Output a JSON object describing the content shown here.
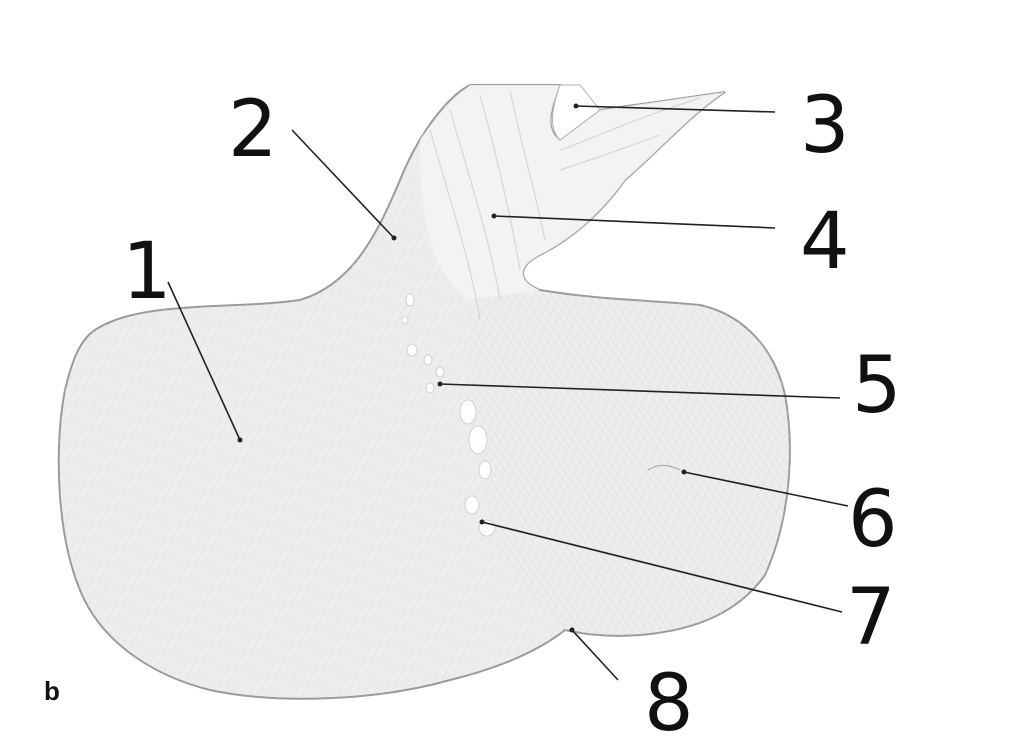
{
  "panel_label": "b",
  "labels": [
    {
      "id": "1",
      "text": "1"
    },
    {
      "id": "2",
      "text": "2"
    },
    {
      "id": "3",
      "text": "3"
    },
    {
      "id": "4",
      "text": "4"
    },
    {
      "id": "5",
      "text": "5"
    },
    {
      "id": "6",
      "text": "6"
    },
    {
      "id": "7",
      "text": "7"
    },
    {
      "id": "8",
      "text": "8"
    }
  ],
  "colors": {
    "tissue_fill": "#ececec",
    "tissue_outline": "#9a9a9a",
    "fiber_stroke": "#d2d2d2",
    "ink": "#111111"
  }
}
